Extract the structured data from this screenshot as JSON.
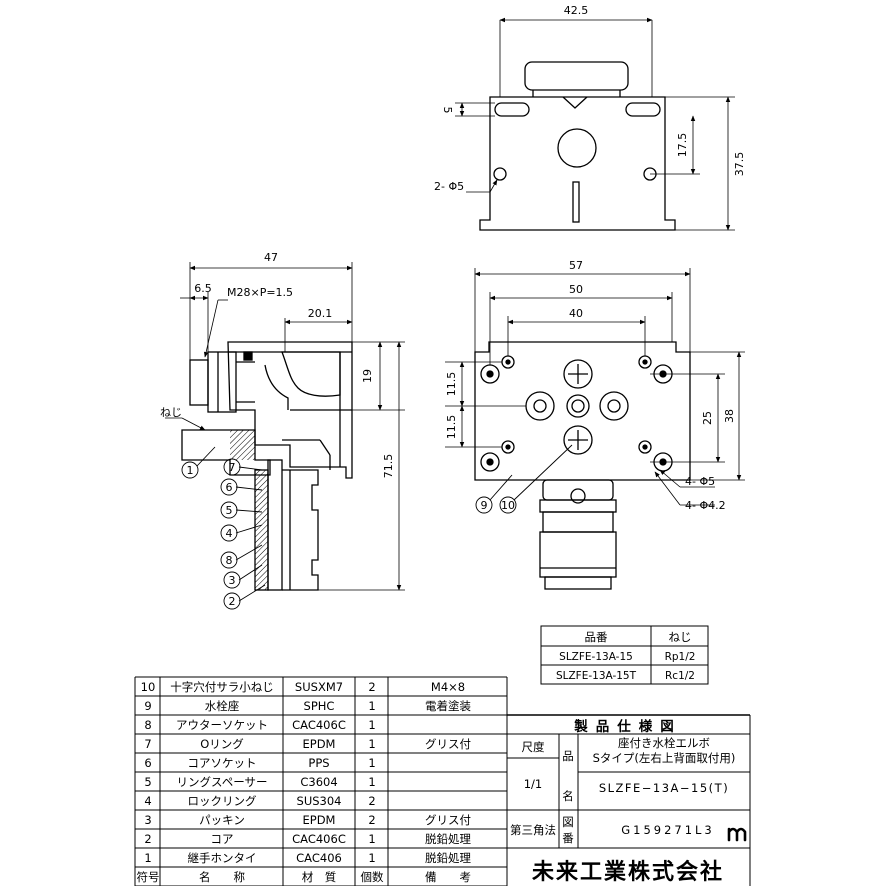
{
  "dimensions": {
    "top_width": "42.5",
    "top_slot": "5",
    "top_v1": "17.5",
    "top_v2": "37.5",
    "top_hole": "2- Φ5",
    "side_total": "47",
    "side_nut": "6.5",
    "side_thread": "M28×P=1.5",
    "side_depth": "20.1",
    "side_h1": "19",
    "side_h2": "71.5",
    "side_neji": "ねじ",
    "front_w1": "57",
    "front_w2": "50",
    "front_w3": "40",
    "front_h1": "11.5",
    "front_h2": "11.5",
    "front_h3": "25",
    "front_h4": "38",
    "front_hole1": "4- Φ5",
    "front_hole2": "4- Φ4.2"
  },
  "callouts": [
    "1",
    "7",
    "6",
    "5",
    "4",
    "8",
    "3",
    "2",
    "9",
    "10"
  ],
  "model_table": {
    "headers": [
      "品番",
      "ねじ"
    ],
    "rows": [
      [
        "SLZFE-13A-15",
        "Rp1/2"
      ],
      [
        "SLZFE-13A-15T",
        "Rc1/2"
      ]
    ]
  },
  "parts": {
    "headers": [
      "符号",
      "名　　称",
      "材　質",
      "個数",
      "備　　考"
    ],
    "rows": [
      [
        "10",
        "十字穴付サラ小ねじ",
        "SUSXM7",
        "2",
        "M4×8"
      ],
      [
        "9",
        "水栓座",
        "SPHC",
        "1",
        "電着塗装"
      ],
      [
        "8",
        "アウターソケット",
        "CAC406C",
        "1",
        ""
      ],
      [
        "7",
        "Oリング",
        "EPDM",
        "1",
        "グリス付"
      ],
      [
        "6",
        "コアソケット",
        "PPS",
        "1",
        ""
      ],
      [
        "5",
        "リングスペーサー",
        "C3604",
        "1",
        ""
      ],
      [
        "4",
        "ロックリング",
        "SUS304",
        "2",
        ""
      ],
      [
        "3",
        "パッキン",
        "EPDM",
        "2",
        "グリス付"
      ],
      [
        "2",
        "コア",
        "CAC406C",
        "1",
        "脱鉛処理"
      ],
      [
        "1",
        "継手ホンタイ",
        "CAC406",
        "1",
        "脱鉛処理"
      ]
    ]
  },
  "title_block": {
    "title": "製品仕様図",
    "scale_label": "尺度",
    "scale_value": "1/1",
    "name_label_1": "品",
    "name_label_2": "名",
    "product_name_1": "座付き水栓エルボ",
    "product_name_2": "Sタイプ(左右上背面取付用)",
    "product_code": "SLZFE−13A−15(T)",
    "projection": "第三角法",
    "drawing_label_1": "図",
    "drawing_label_2": "番",
    "drawing_number": "G159271L3",
    "company": "未来工業株式会社",
    "logo_icon": "mirai-m-logo-icon"
  }
}
